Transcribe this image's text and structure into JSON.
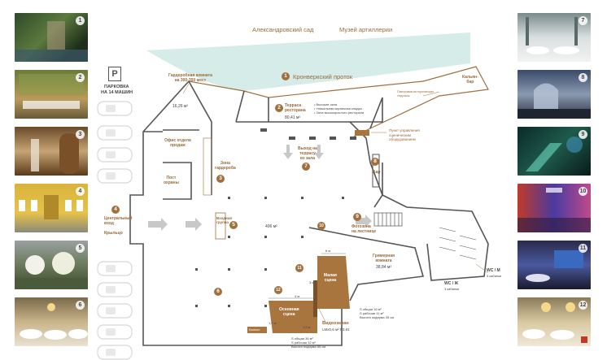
{
  "top_labels": {
    "garden": "Александровский сад",
    "museum": "Музей артиллерии"
  },
  "canal": {
    "number": "1",
    "label": "Кронверкский проток"
  },
  "parking": {
    "sign": "P",
    "line1": "ПАРКОВКА",
    "line2": "НА 14 МАШИН"
  },
  "areas": {
    "cloakroom_capacity": "Гардеробная комната\nна 300-350 мест",
    "cloakroom_area": "16,26 м²",
    "sales_office": "Офис отдела\nпродаж",
    "cloak_zone": "Зона\nгардероба",
    "cloak_zone_num": "3",
    "guard_post": "Пост\nохраны",
    "entrance_num": "4",
    "entrance": "Центральный\nвход",
    "porch": "Крыльцо",
    "entry_group_num": "5",
    "entry_group": "Входная\nгруппа",
    "hall_area": "406 м²",
    "hall_num": "6",
    "num_10": "10",
    "terrace_num": "2",
    "terrace": "Терраса\nресторана",
    "terrace_area": "80,41 м²",
    "terrace_notes": "• Высокие окна\n• Уникальная кирпичная кладка\n• Зона высокорослого ресторана",
    "bar_num_top": "Кальян-\nбар",
    "terrace_view": "Панорама исторических\nтеррасы",
    "exit_num": "7",
    "exit": "Выход на\nтеррасу\nиз зала",
    "control_point": "Пункт управления\nсценическим\nоборудованием",
    "bar_num": "8",
    "bar": "Бар",
    "stairs_num": "9",
    "stairs": "Фотозона\nна лестнице",
    "dressing": "Гримерная\nкомната",
    "dressing_area": "38,84 м²",
    "small_stage_num": "11",
    "small_stage": "Малая\nсцена",
    "main_stage_num": "12",
    "main_stage": "Основная\nсцена",
    "small_stage_specs": "S общая 16 м²\nS рабочая 11 м²\nВысота подиума 35 см",
    "video_screen": "Видеоэкран",
    "video_size": "LMx0,6 м² Р3,91",
    "main_stage_specs": "S общая 36 м²\nS рабочая 32 м²\nВысота подиума 85 см",
    "wc_m": "WC / M",
    "wc_m_cabins": "3 кабинки",
    "wc_w": "WC / Ж",
    "wc_w_cabins": "3 кабинки",
    "dim_6m": "6 м",
    "dim_3m": "3 м",
    "dim_4m": "4 м",
    "dim_17m": "1,7 м",
    "dim_15m": "1,5 м",
    "balcony": "Балкон"
  },
  "photos_left": [
    {
      "num": "1"
    },
    {
      "num": "2"
    },
    {
      "num": "3"
    },
    {
      "num": "4"
    },
    {
      "num": "5"
    },
    {
      "num": "6"
    }
  ],
  "photos_right": [
    {
      "num": "7"
    },
    {
      "num": "8"
    },
    {
      "num": "9"
    },
    {
      "num": "10"
    },
    {
      "num": "11"
    },
    {
      "num": "12"
    }
  ],
  "colors": {
    "accent": "#a0703e",
    "wall": "#555555",
    "water": "#d6ece9",
    "stage": "#a8753f",
    "label": "#9a6a3a"
  }
}
